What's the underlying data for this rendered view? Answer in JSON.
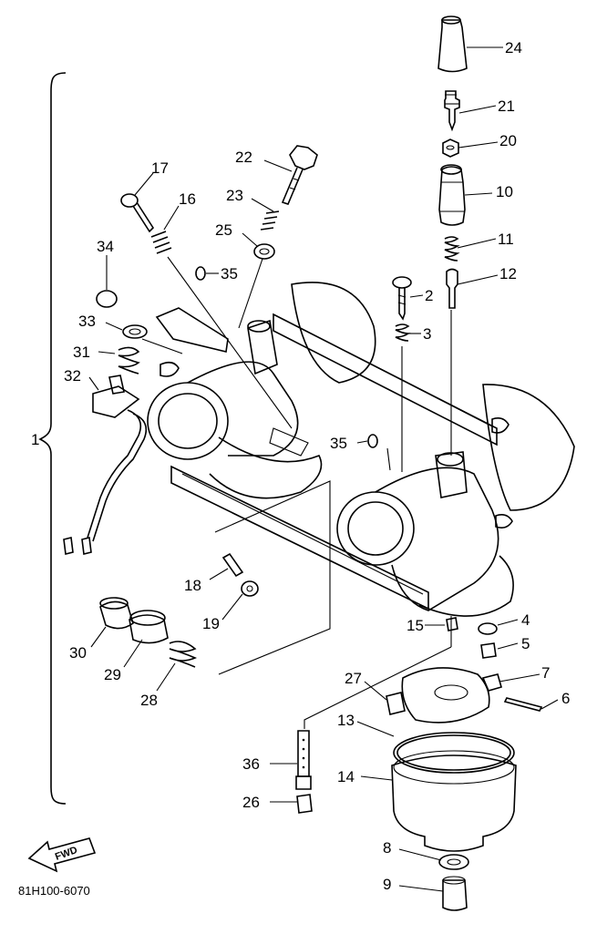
{
  "diagram": {
    "part_code": "81H100-6070",
    "fwd_label": "FWD",
    "group_label": "1",
    "callouts": [
      "24",
      "21",
      "20",
      "10",
      "11",
      "12",
      "2",
      "3",
      "22",
      "23",
      "25",
      "17",
      "16",
      "34",
      "35",
      "33",
      "31",
      "32",
      "35",
      "18",
      "19",
      "30",
      "29",
      "28",
      "15",
      "4",
      "5",
      "7",
      "6",
      "27",
      "13",
      "36",
      "14",
      "26",
      "8",
      "9"
    ]
  }
}
